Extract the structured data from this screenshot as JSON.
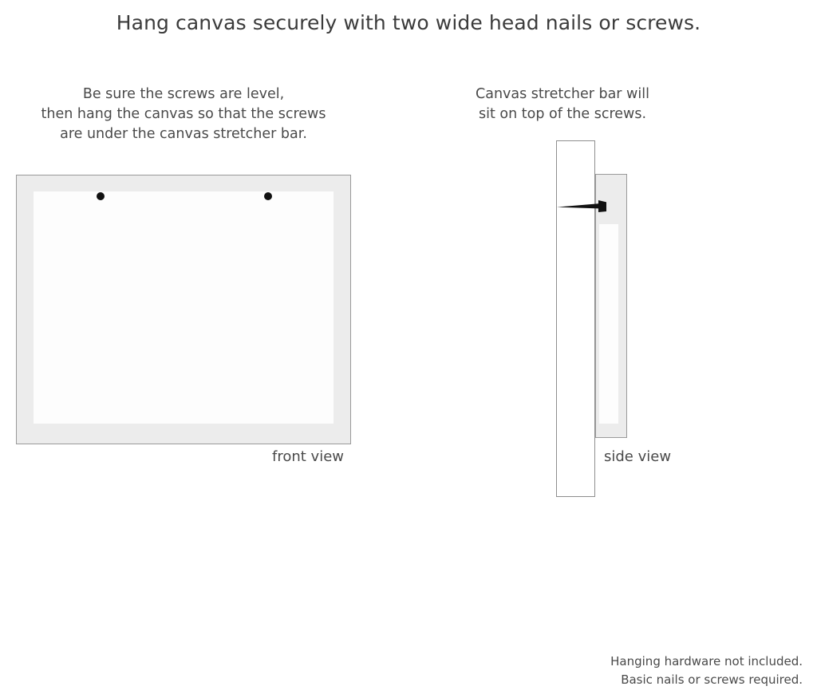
{
  "headline": "Hang canvas securely with two wide head nails or screws.",
  "captions": {
    "left": {
      "lines": [
        "Be sure the screws are level,",
        "then hang the canvas so that the screws",
        "are under the canvas stretcher bar."
      ]
    },
    "right": {
      "lines": [
        "Canvas stretcher bar will",
        "sit on top of the screws."
      ]
    }
  },
  "diagrams": {
    "front": {
      "label": "front view",
      "frame_color": "#ececec",
      "frame_border_color": "#9a9a9a",
      "inner_color": "#fdfdfd",
      "screw_color": "#111111",
      "screw_count": 2
    },
    "side": {
      "label": "side view",
      "wall_color": "#ffffff",
      "wall_border_color": "#8e8e8e",
      "canvas_color": "#ececec",
      "canvas_border_color": "#9a9a9a",
      "canvas_inner_color": "#fdfdfd",
      "screw_color": "#111111"
    }
  },
  "footer": {
    "lines": [
      "Hanging hardware not included.",
      "Basic nails or screws required."
    ]
  }
}
